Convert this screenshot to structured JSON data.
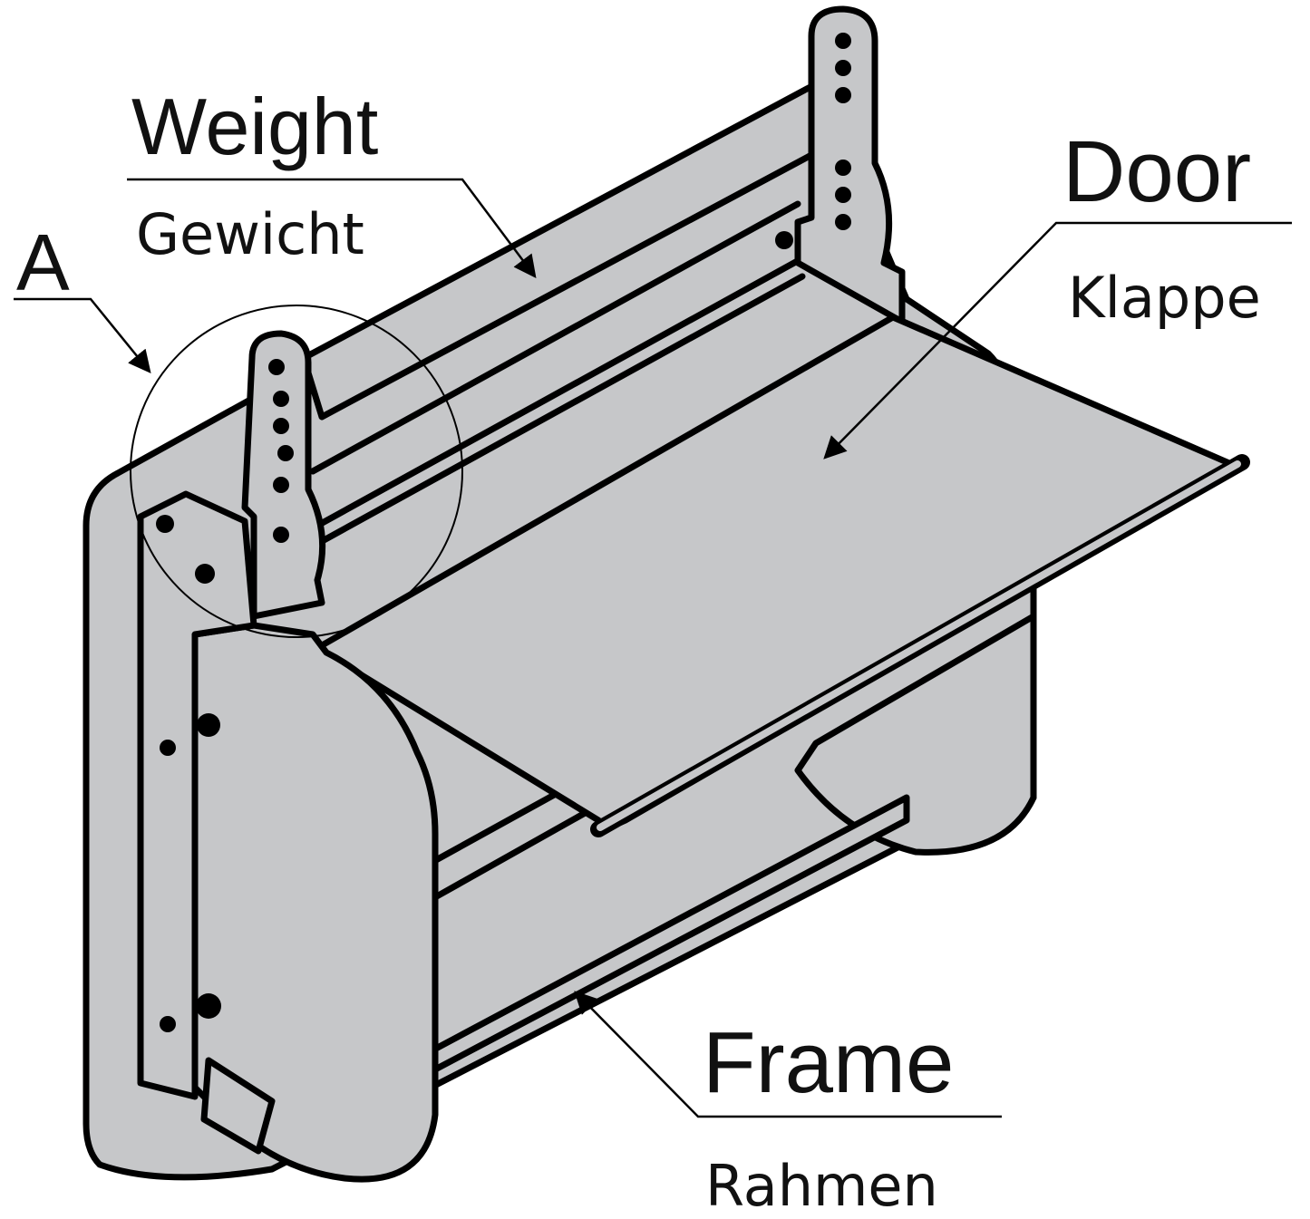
{
  "labels": {
    "weight": {
      "title": "Weight",
      "subtitle": "Gewicht"
    },
    "detail": {
      "title": "A"
    },
    "door": {
      "title": "Door",
      "subtitle": "Klappe"
    },
    "frame": {
      "title": "Frame",
      "subtitle": "Rahmen"
    }
  },
  "colors": {
    "part_fill": "#c6c7c9",
    "outline": "#000000",
    "background": "#ffffff"
  }
}
